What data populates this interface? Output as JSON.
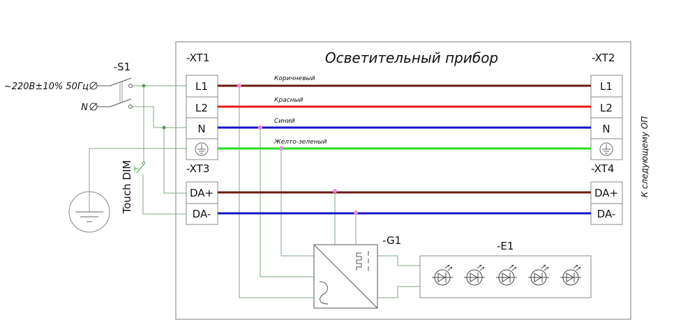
{
  "title": "Осветительный прибор",
  "supply": {
    "line_label": "~220В±10% 50Гц",
    "neutral_label": "N",
    "switch_label": "-S1"
  },
  "touch_dim_label": "Touch DIM",
  "terminals": {
    "xt1": {
      "label": "-XT1",
      "pins": [
        "L1",
        "L2",
        "N",
        "PE"
      ]
    },
    "xt2": {
      "label": "-XT2",
      "pins": [
        "L1",
        "L2",
        "N",
        "PE"
      ]
    },
    "xt3": {
      "label": "-XT3",
      "pins": [
        "DA+",
        "DA-"
      ]
    },
    "xt4": {
      "label": "-XT4",
      "pins": [
        "DA+",
        "DA-"
      ]
    }
  },
  "wires": [
    {
      "name": "L1",
      "label": "Коричневый",
      "color": "#6b1a10"
    },
    {
      "name": "L2",
      "label": "Красный",
      "color": "#e81818"
    },
    {
      "name": "N",
      "label": "Синий",
      "color": "#1414c8"
    },
    {
      "name": "PE",
      "label": "Желто-зеленый",
      "color": "#22e022"
    },
    {
      "name": "DA+",
      "label": "",
      "color": "#6b1a10"
    },
    {
      "name": "DA-",
      "label": "",
      "color": "#1414c8"
    }
  ],
  "driver": {
    "label": "-G1"
  },
  "led_module": {
    "label": "-E1",
    "led_count": 5
  },
  "side_note": "К следующему ОП",
  "colors": {
    "junction": "#ee88dd",
    "thin_wire": "#7fa97f",
    "frame": "#a8a8a8"
  }
}
